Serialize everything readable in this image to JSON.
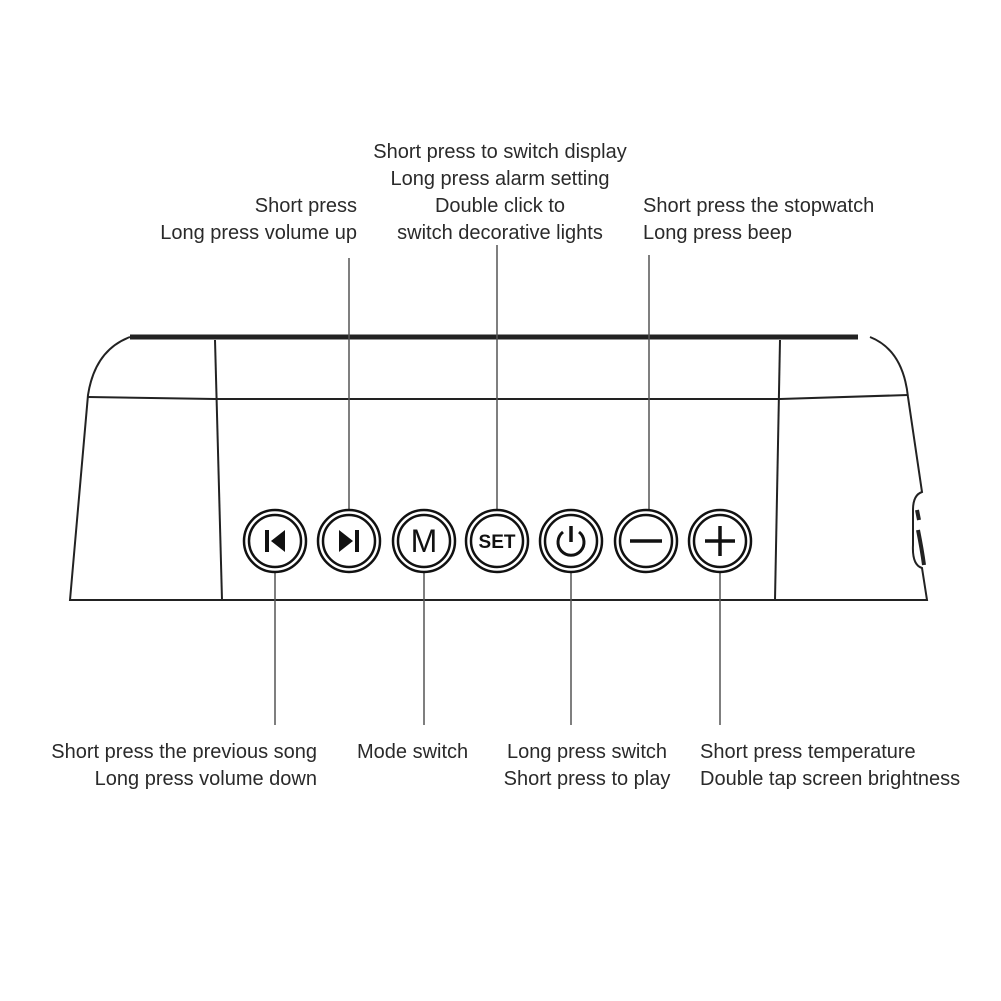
{
  "labels": {
    "next": [
      "Short press",
      "Long press volume up"
    ],
    "set": [
      "Short press to switch display",
      "Long press alarm setting",
      "Double click to",
      "switch decorative lights"
    ],
    "minus": [
      "Short press the stopwatch",
      "Long press beep"
    ],
    "prev": [
      "Short press the previous song",
      "Long press volume down"
    ],
    "mode": [
      "Mode switch"
    ],
    "power": [
      "Long press switch",
      "Short press to play"
    ],
    "plus": [
      "Short press temperature",
      "Double tap screen brightness"
    ]
  },
  "buttons": {
    "mode_glyph": "M",
    "set_glyph": "SET"
  }
}
